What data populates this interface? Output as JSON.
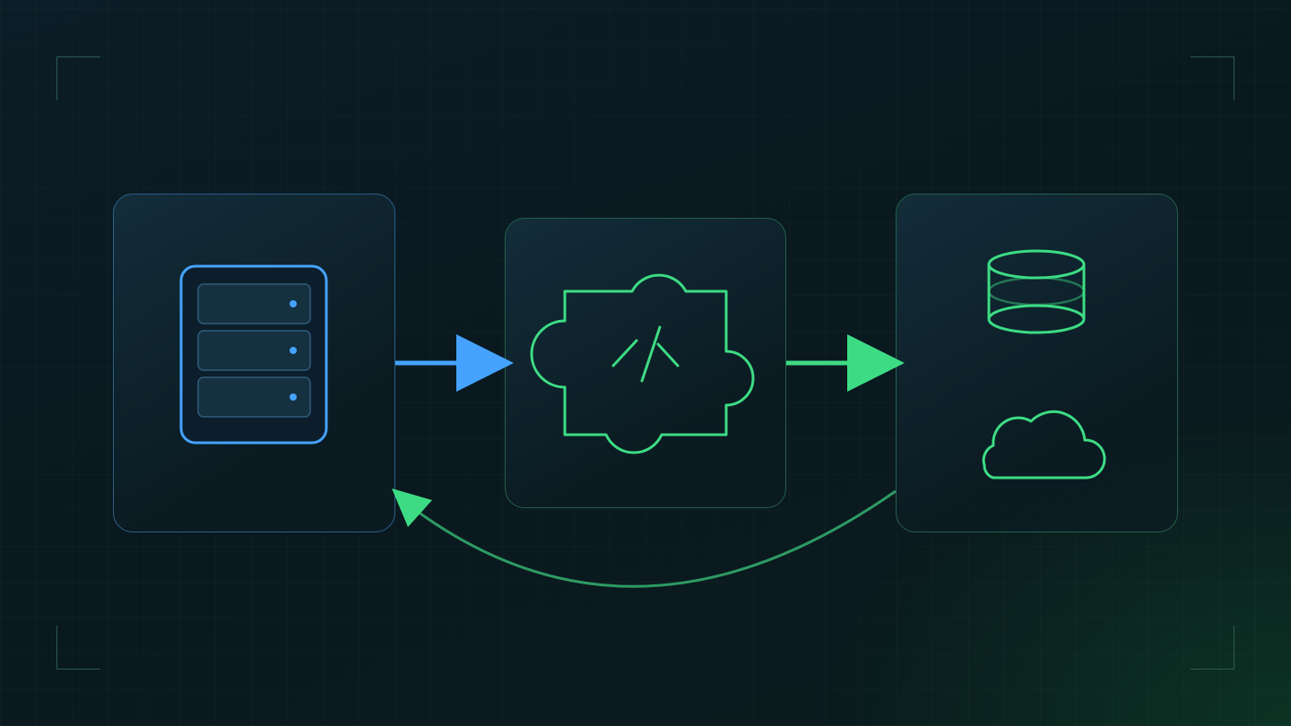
{
  "colors": {
    "accent_blue": "#45a3ff",
    "accent_green": "#3ddc84",
    "card_border_blue": "#2c5f86",
    "card_border_green": "#25604b",
    "return_arrow": "#2e9a63",
    "corner": "#2a5c4f"
  },
  "nodes": [
    {
      "id": "source",
      "icon": "server-rack-icon",
      "label": ""
    },
    {
      "id": "processing",
      "icon": "code-cloud-icon",
      "label": ""
    },
    {
      "id": "destination",
      "icons": [
        "database-icon",
        "cloud-icon"
      ],
      "label": ""
    }
  ],
  "edges": [
    {
      "from": "source",
      "to": "processing",
      "style": "solid-blue"
    },
    {
      "from": "processing",
      "to": "destination",
      "style": "solid-green"
    },
    {
      "from": "destination",
      "to": "source",
      "style": "curved-green"
    }
  ]
}
